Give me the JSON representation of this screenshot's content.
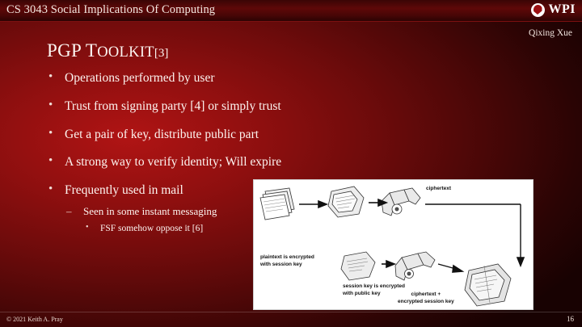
{
  "header": {
    "course_title": "CS 3043 Social Implications Of Computing",
    "logo_text": "WPI",
    "logo_icon": "wpi-shield-seal"
  },
  "author": "Qixing Xue",
  "slide": {
    "heading_main": "PGP Toolkit",
    "heading_ref": "[3]",
    "bullets": [
      {
        "level": 1,
        "text": "Operations performed by user"
      },
      {
        "level": 1,
        "text": "Trust from signing party [4] or simply trust"
      },
      {
        "level": 1,
        "text": "Get a pair of key, distribute public part"
      },
      {
        "level": 1,
        "text": "A strong way to verify identity; Will expire"
      },
      {
        "level": 1,
        "text": "Frequently used in mail"
      },
      {
        "level": 2,
        "text": "Seen in some instant messaging"
      },
      {
        "level": 3,
        "text": "FSF somehow oppose it [6]"
      }
    ]
  },
  "figure": {
    "name": "pgp-encryption-diagram",
    "labels": {
      "plaintext": "plaintext is encrypted\nwith session key",
      "ciphertext": "ciphertext",
      "session_key": "session key is encrypted\nwith public key",
      "combined": "ciphertext +\nencrypted session key"
    }
  },
  "footer": {
    "copyright": "© 2021 Keith A. Pray",
    "page_number": "16"
  }
}
